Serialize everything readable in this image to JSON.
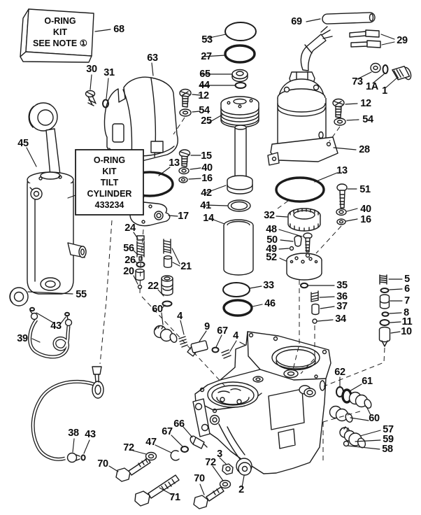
{
  "notes": {
    "kit1": {
      "l1": "O-RING",
      "l2": "KIT",
      "l3": "SEE NOTE ①"
    },
    "kit2": {
      "l1": "O-RING",
      "l2": "KIT",
      "l3": "TILT",
      "l4": "CYLINDER",
      "l5": "433234"
    }
  },
  "labels": {
    "l68": "68",
    "l63": "63",
    "l30": "30",
    "l31": "31",
    "l53": "53",
    "l27": "27",
    "l65": "65",
    "l44": "44",
    "l12a": "12",
    "l54a": "54",
    "l25": "25",
    "l69": "69",
    "l29": "29",
    "l73": "73",
    "l1a": "1A",
    "l1": "1",
    "l12b": "12",
    "l54b": "54",
    "l28": "28",
    "l45": "45",
    "l15": "15",
    "l40a": "40",
    "l16a": "16",
    "l13a": "13",
    "l42": "42",
    "l41": "41",
    "l14": "14",
    "l13b": "13",
    "l51": "51",
    "l40b": "40",
    "l16b": "16",
    "l17": "17",
    "l24": "24",
    "l56": "56",
    "l26": "26",
    "l20": "20",
    "l21": "21",
    "l22": "22",
    "l32": "32",
    "l48": "48",
    "l50": "50",
    "l49": "49",
    "l52": "52",
    "l33": "33",
    "l46": "46",
    "l35": "35",
    "l36": "36",
    "l37": "37",
    "l34": "34",
    "l5": "5",
    "l6": "6",
    "l7": "7",
    "l8": "8",
    "l11": "11",
    "l10": "10",
    "l55": "55",
    "l43a": "43",
    "l39": "39",
    "l60a": "60",
    "l4a": "4",
    "l9": "9",
    "l67a": "67",
    "l4b": "4",
    "l62": "62",
    "l61": "61",
    "l60b": "60",
    "l57": "57",
    "l59": "59",
    "l58": "58",
    "l38": "38",
    "l43b": "43",
    "l66": "66",
    "l67b": "67",
    "l47": "47",
    "l72a": "72",
    "l70a": "70",
    "l71": "71",
    "l70b": "70",
    "l72b": "72",
    "l3": "3",
    "l2": "2"
  }
}
